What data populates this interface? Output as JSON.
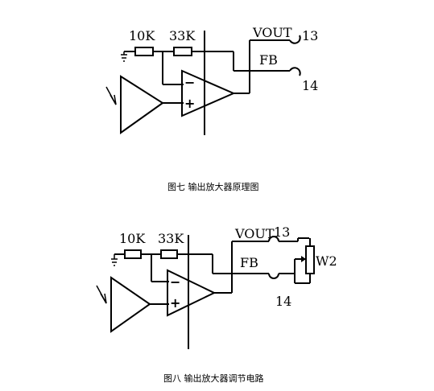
{
  "figure1": {
    "r1_label": "10K",
    "r2_label": "33K",
    "vout_label": "VOUT",
    "fb_label": "FB",
    "pin_13": "13",
    "pin_14": "14",
    "minus_sign": "−",
    "plus_sign": "+",
    "caption": "图七 输出放大器原理图"
  },
  "figure2": {
    "r1_label": "10K",
    "r2_label": "33K",
    "vout_label": "VOUT",
    "fb_label": "FB",
    "pin_13": "13",
    "pin_14": "14",
    "pot_label": "W2",
    "minus_sign": "−",
    "plus_sign": "+",
    "caption": "图八 输出放大器调节电路"
  }
}
